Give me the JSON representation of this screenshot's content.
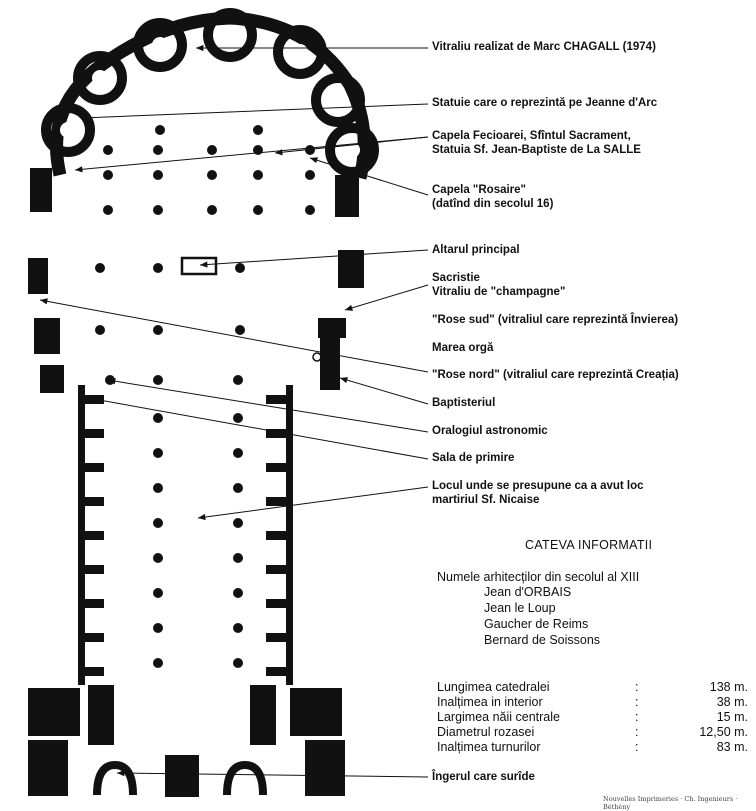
{
  "labels": [
    "Vitraliu realizat de Marc CHAGALL (1974)",
    "Statuie care o reprezintă pe Jeanne d'Arc",
    "Capela Fecioarei, Sfîntul Sacrament,",
    "Statuia Sf. Jean-Baptiste de La SALLE",
    "Capela \"Rosaire\"",
    "(datînd din secolul 16)",
    "Altarul principal",
    "Sacristie",
    "Vitraliu de \"champagne\"",
    "\"Rose sud\" (vitraliul care reprezintă Învierea)",
    "Marea orgă",
    "\"Rose nord\" (vitraliul care reprezintă Creația)",
    "Baptisteriul",
    "Oralogiul astronomic",
    "Sala de primire",
    "Locul unde se presupune ca a avut loc",
    "martiriul Sf. Nicaise",
    "Îngerul care surîde"
  ],
  "info": {
    "title": "CATEVA INFORMATII",
    "architects_heading": "Numele arhitecților din secolul al XIII",
    "architects": [
      "Jean d'ORBAIS",
      "Jean le Loup",
      "Gaucher de Reims",
      "Bernard de Soissons"
    ],
    "stats": [
      {
        "name": "Lungimea catedralei",
        "value": "138 m."
      },
      {
        "name": "Inalțimea in interior",
        "value": "38 m."
      },
      {
        "name": "Largimea năii centrale",
        "value": "15 m."
      },
      {
        "name": "Diametrul rozasei",
        "value": "12,50 m."
      },
      {
        "name": "Inalțimea turnurilor",
        "value": "83 m."
      }
    ],
    "separator": ":"
  },
  "credit": "Nouvelles Imprimeries · Ch. Ingenieurs · Béthény"
}
